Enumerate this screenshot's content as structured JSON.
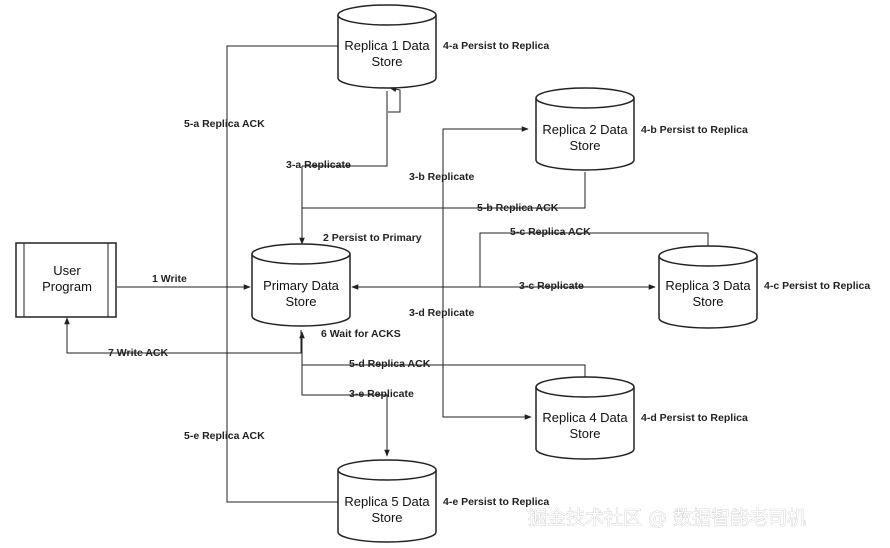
{
  "colors": {
    "stroke": "#222222",
    "fill": "#ffffff",
    "text": "#111111"
  },
  "nodes": {
    "user_program": [
      "User",
      "Program"
    ],
    "primary": [
      "Primary Data",
      "Store"
    ],
    "replica1": [
      "Replica 1 Data",
      "Store"
    ],
    "replica2": [
      "Replica 2 Data",
      "Store"
    ],
    "replica3": [
      "Replica 3 Data",
      "Store"
    ],
    "replica4": [
      "Replica 4 Data",
      "Store"
    ],
    "replica5": [
      "Replica 5 Data",
      "Store"
    ]
  },
  "labels": {
    "write": "1 Write",
    "persist_primary": "2 Persist to Primary",
    "replicate_a": "3-a Replicate",
    "replicate_b": "3-b Replicate",
    "replicate_c": "3-c Replicate",
    "replicate_d": "3-d Replicate",
    "replicate_e": "3-e Replicate",
    "persist_a": "4-a Persist to Replica",
    "persist_b": "4-b Persist to Replica",
    "persist_c": "4-c Persist to Replica",
    "persist_d": "4-d Persist to Replica",
    "persist_e": "4-e Persist to Replica",
    "ack_a": "5-a Replica ACK",
    "ack_b": "5-b Replica ACK",
    "ack_c": "5-c Replica ACK",
    "ack_d": "5-d Replica ACK",
    "ack_e": "5-e Replica ACK",
    "wait_acks": "6 Wait for ACKS",
    "write_ack": "7 Write ACK"
  },
  "watermark": "掘金技术社区 @ 数据智能老司机"
}
